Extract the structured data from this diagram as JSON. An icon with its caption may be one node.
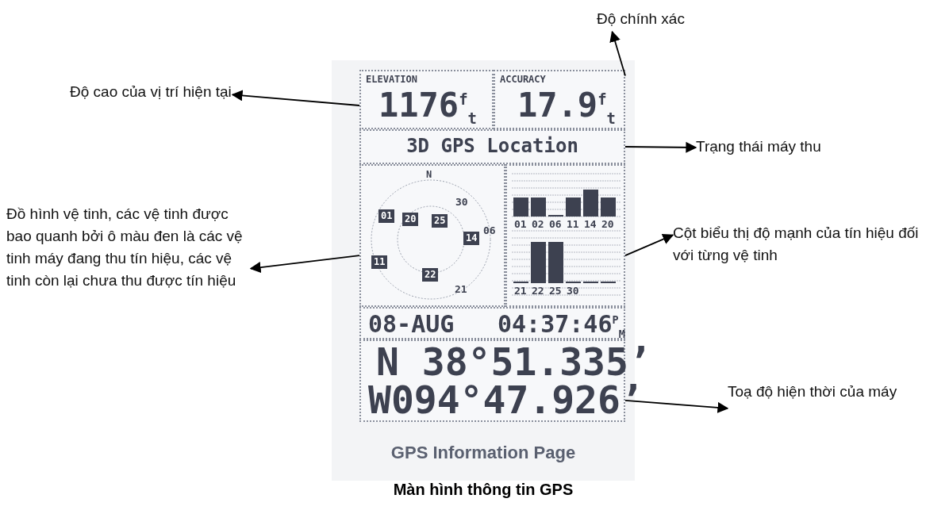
{
  "diagram": {
    "caption": "Màn hình thông tin GPS",
    "nodes": [
      {
        "text": [
          "GPS Information Page"
        ]
      },
      {
        "text": [
          "ELEVATION",
          "1176$^{f}$$_{t}$"
        ],
        "in": 0
      },
      {
        "text": [
          "ACCURACY",
          "17.9$^{f}$$_{t}$"
        ],
        "in": 0
      },
      {
        "text": [
          "3D GPS Location"
        ],
        "in": 0
      },
      {
        "text": [
          "N",
          "30",
          "01",
          "20",
          "25",
          "06",
          "14",
          "11",
          "22",
          "21"
        ],
        "in": 0
      },
      {
        "text": [
          "01",
          "02",
          "06",
          "11",
          "14",
          "20",
          "21",
          "22",
          "25",
          "30"
        ],
        "in": 0
      },
      {
        "text": [
          "08-AUG",
          "04:37:46$^{P}$$_{M}$"
        ],
        "in": 0
      },
      {
        "text": [
          "N  38°51.335’",
          "W094°47.926’"
        ],
        "in": 0
      },
      {
        "text": [
          "Độ cao của vị trí hiện tại"
        ]
      },
      {
        "text": [
          "Độ chính xác"
        ]
      },
      {
        "text": [
          "Trạng thái máy thu"
        ]
      },
      {
        "text": [
          "Đồ hình vệ tinh, các vệ tinh được bao quanh bởi ô màu đen là các vệ tinh máy đang thu tín hiệu, các vệ tinh còn lại chưa thu được tín hiệu"
        ]
      },
      {
        "text": [
          "Cột biểu thị độ mạnh của tín hiệu đối với từng vệ tinh"
        ]
      },
      {
        "text": [
          "Toạ độ hiện thời của máy"
        ]
      }
    ],
    "edges": [
      {
        "from": 1,
        "to": 8,
        "arrow": "to"
      },
      {
        "from": 2,
        "to": 9,
        "arrow": "to"
      },
      {
        "from": 3,
        "to": 10,
        "arrow": "to"
      },
      {
        "from": 4,
        "to": 11,
        "arrow": "to"
      },
      {
        "from": 5,
        "to": 12,
        "arrow": "to"
      },
      {
        "from": 7,
        "to": 13,
        "arrow": "to"
      }
    ]
  }
}
